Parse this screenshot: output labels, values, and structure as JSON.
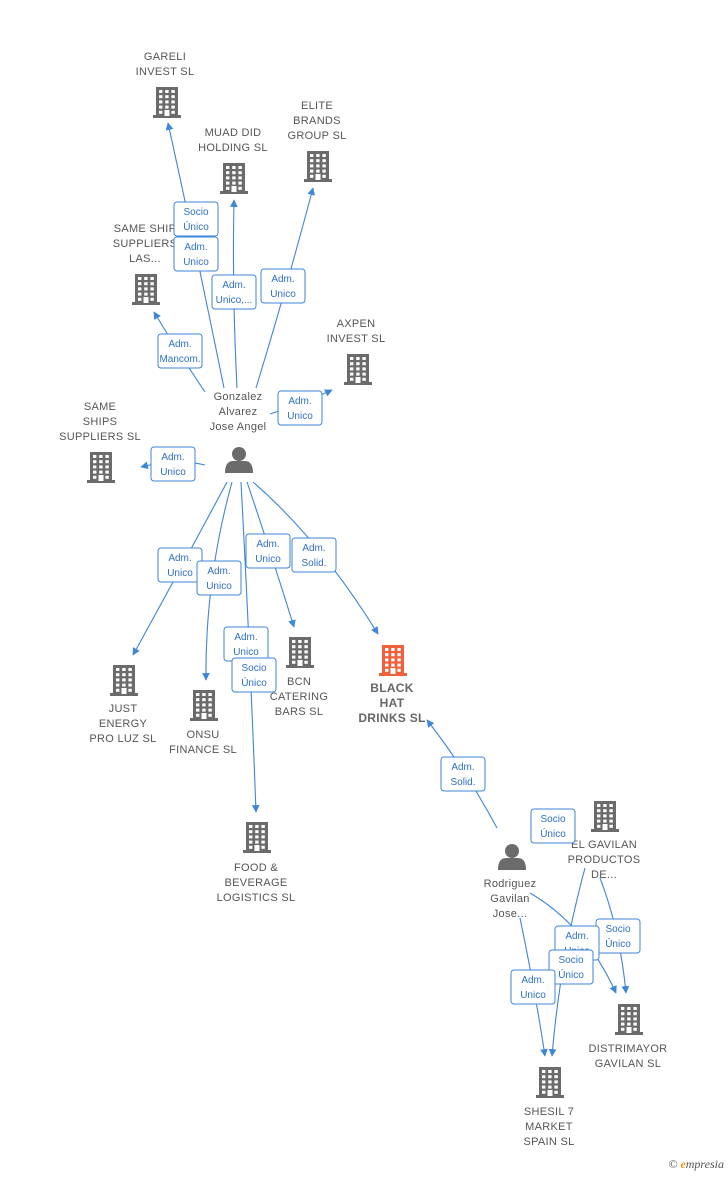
{
  "colors": {
    "edge": "#3d86d8",
    "building": "#6b6b6b",
    "building_main": "#f0603a",
    "person": "#6b6b6b"
  },
  "nodes": [
    {
      "id": "gareli",
      "type": "company",
      "lines": [
        "GARELI",
        "INVEST  SL"
      ]
    },
    {
      "id": "muad",
      "type": "company",
      "lines": [
        "MUAD DID",
        "HOLDING  SL"
      ]
    },
    {
      "id": "elite",
      "type": "company",
      "lines": [
        "ELITE",
        "BRANDS",
        "GROUP  SL"
      ]
    },
    {
      "id": "sameshiplas",
      "type": "company",
      "lines": [
        "SAME SHIP",
        "SUPPLIERS",
        "LAS..."
      ]
    },
    {
      "id": "axpen",
      "type": "company",
      "lines": [
        "AXPEN",
        "INVEST  SL"
      ]
    },
    {
      "id": "sameships",
      "type": "company",
      "lines": [
        "SAME",
        "SHIPS",
        "SUPPLIERS SL"
      ]
    },
    {
      "id": "gonzalez",
      "type": "person",
      "lines": [
        "Gonzalez",
        "Alvarez",
        "Jose Angel"
      ]
    },
    {
      "id": "justenergy",
      "type": "company",
      "lines": [
        "JUST",
        "ENERGY",
        "PRO LUZ  SL"
      ]
    },
    {
      "id": "onsu",
      "type": "company",
      "lines": [
        "ONSU",
        "FINANCE  SL"
      ]
    },
    {
      "id": "bcn",
      "type": "company",
      "lines": [
        "BCN",
        "CATERING",
        "BARS  SL"
      ]
    },
    {
      "id": "blackhat",
      "type": "company",
      "main": true,
      "lines": [
        "BLACK",
        "HAT",
        "DRINKS  SL"
      ]
    },
    {
      "id": "food",
      "type": "company",
      "lines": [
        "FOOD &",
        "BEVERAGE",
        "LOGISTICS  SL"
      ]
    },
    {
      "id": "rodriguez",
      "type": "person",
      "lines": [
        "Rodriguez",
        "Gavilan",
        "Jose..."
      ]
    },
    {
      "id": "elgavilan",
      "type": "company",
      "lines": [
        "EL GAVILAN",
        "PRODUCTOS",
        "DE..."
      ]
    },
    {
      "id": "distrimayor",
      "type": "company",
      "lines": [
        "DISTRIMAYOR",
        "GAVILAN  SL"
      ]
    },
    {
      "id": "shesil",
      "type": "company",
      "lines": [
        "SHESIL 7",
        "MARKET",
        "SPAIN  SL"
      ]
    }
  ],
  "relations": [
    {
      "lines": [
        "Socio",
        "Único"
      ]
    },
    {
      "lines": [
        "Adm.",
        "Unico"
      ]
    },
    {
      "lines": [
        "Adm.",
        "Unico,..."
      ]
    },
    {
      "lines": [
        "Adm.",
        "Unico"
      ]
    },
    {
      "lines": [
        "Adm.",
        "Mancom."
      ]
    },
    {
      "lines": [
        "Adm.",
        "Unico"
      ]
    },
    {
      "lines": [
        "Adm.",
        "Unico"
      ]
    },
    {
      "lines": [
        "Adm.",
        "Unico"
      ]
    },
    {
      "lines": [
        "Adm.",
        "Unico"
      ]
    },
    {
      "lines": [
        "Adm.",
        "Unico"
      ]
    },
    {
      "lines": [
        "Adm.",
        "Solid."
      ]
    },
    {
      "lines": [
        "Adm.",
        "Unico"
      ]
    },
    {
      "lines": [
        "Socio",
        "Único"
      ]
    },
    {
      "lines": [
        "Adm.",
        "Solid."
      ]
    },
    {
      "lines": [
        "Socio",
        "Único"
      ]
    },
    {
      "lines": [
        "Socio",
        "Único"
      ]
    },
    {
      "lines": [
        "Adm.",
        "Unico"
      ]
    },
    {
      "lines": [
        "Socio",
        "Único"
      ]
    },
    {
      "lines": [
        "Adm.",
        "Unico"
      ]
    }
  ],
  "brand": {
    "symbol": "©",
    "initial": "e",
    "rest": "mpresia"
  }
}
